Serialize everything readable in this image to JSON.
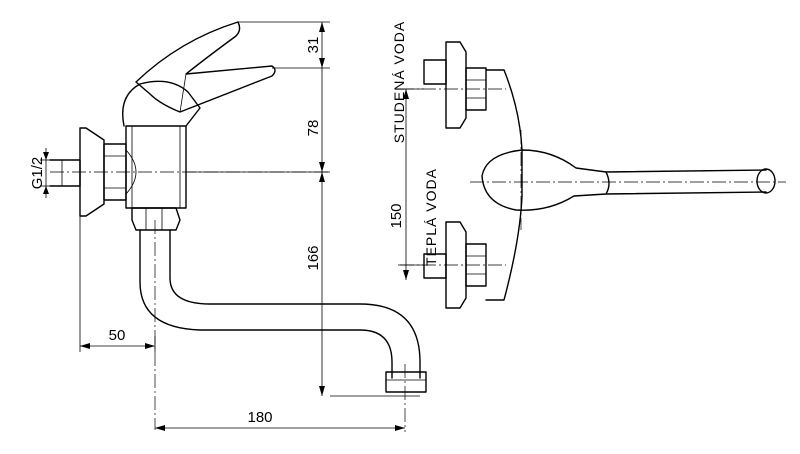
{
  "dimensions": {
    "lever_height": "31",
    "body_height": "78",
    "thread": "G1/2",
    "spout_drop": "166",
    "wall_offset": "50",
    "spout_reach": "180",
    "inlet_spacing": "150"
  },
  "labels": {
    "cold_water": "STUDENÁ VODA",
    "hot_water": "TEPLÁ VODA"
  }
}
